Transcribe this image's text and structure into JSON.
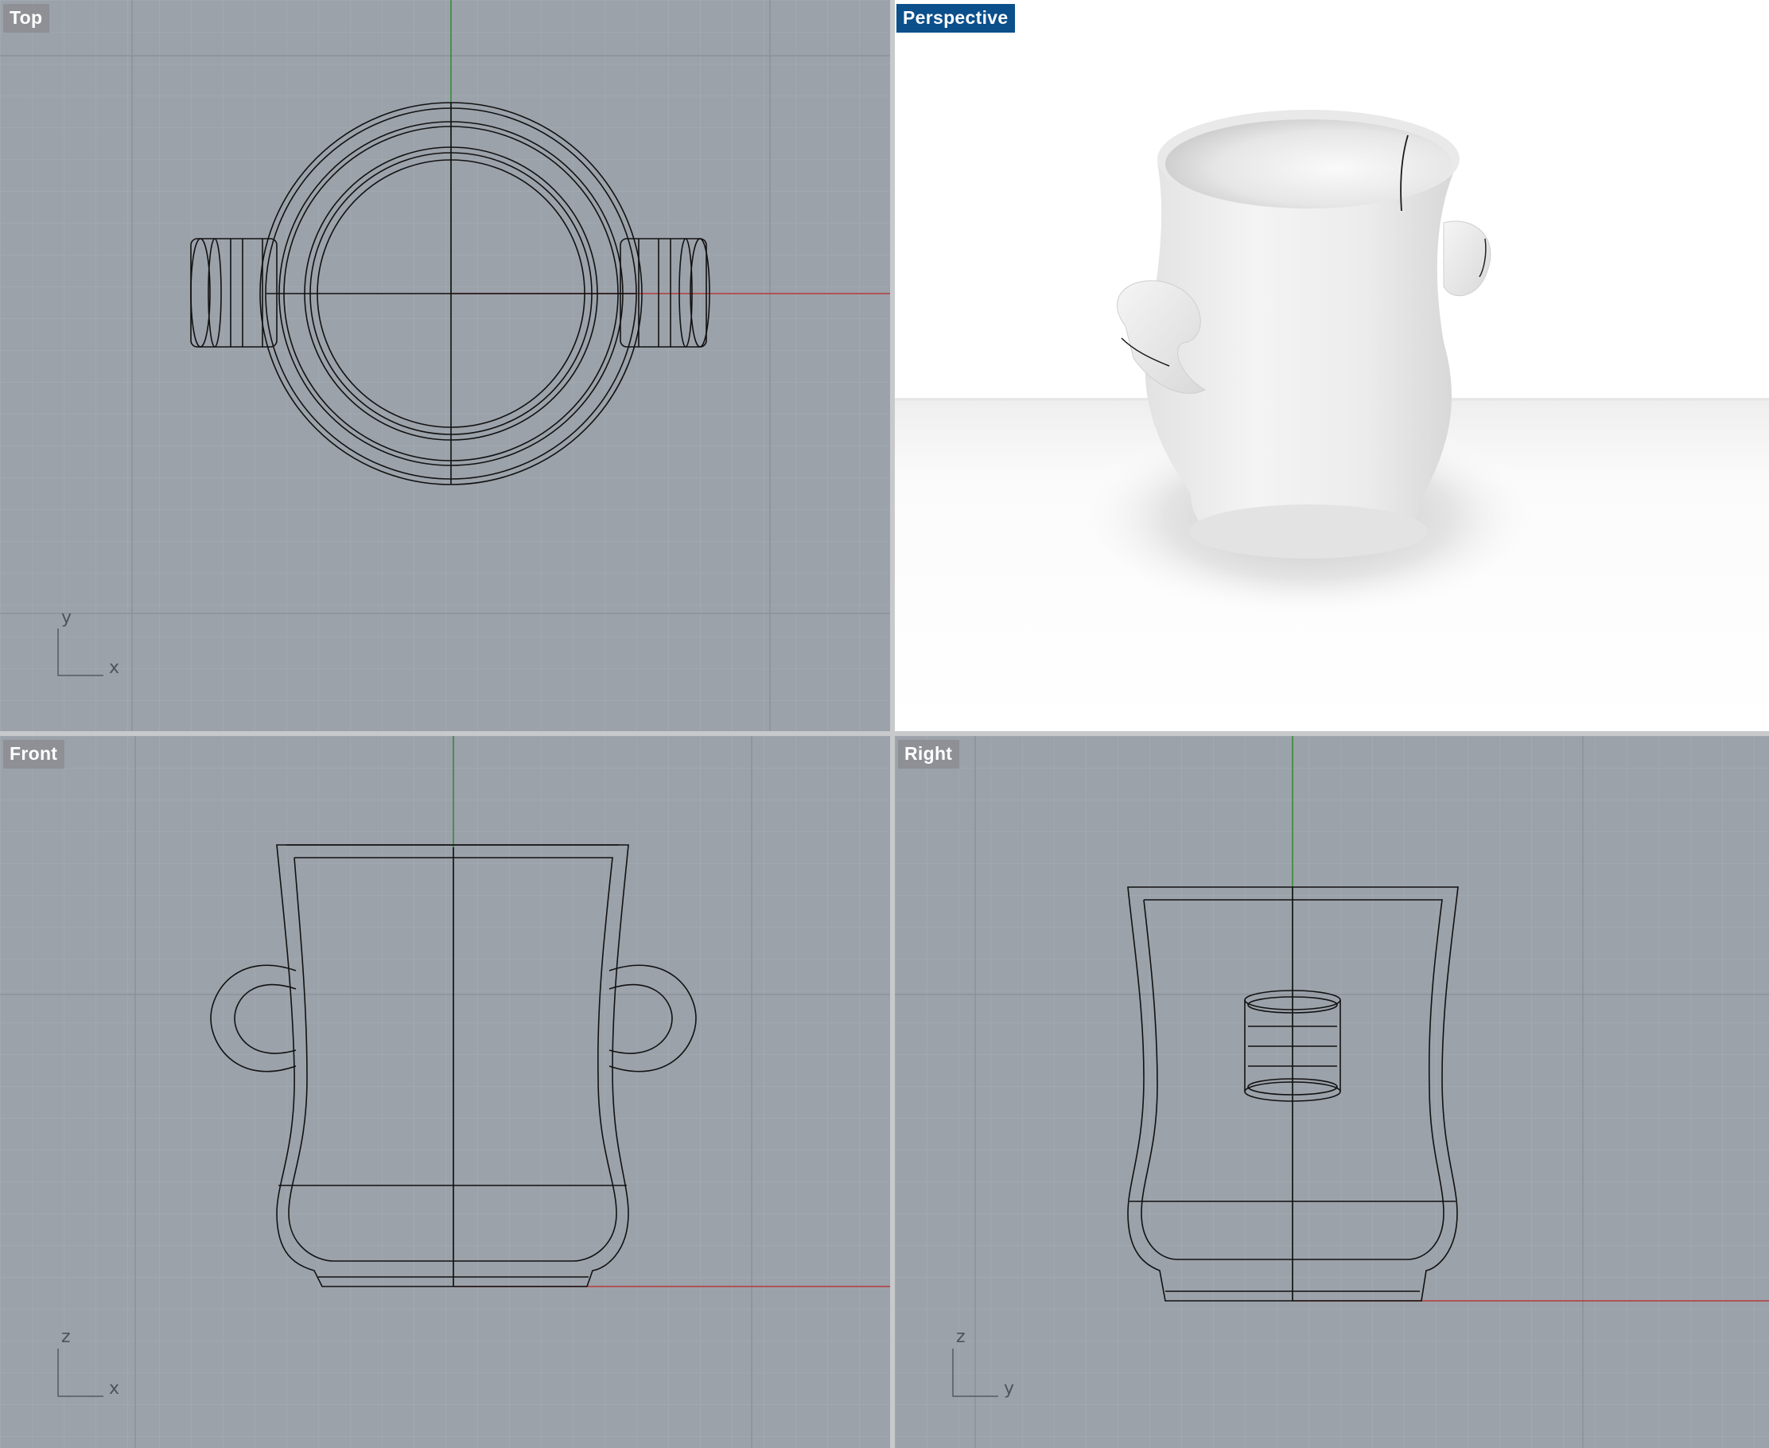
{
  "viewports": {
    "top": {
      "label": "Top",
      "axes": {
        "vertical": "y",
        "horizontal": "x"
      },
      "active": false
    },
    "perspective": {
      "label": "Perspective",
      "active": true,
      "display_mode": "rendered"
    },
    "front": {
      "label": "Front",
      "axes": {
        "vertical": "z",
        "horizontal": "x"
      },
      "active": false
    },
    "right": {
      "label": "Right",
      "axes": {
        "vertical": "z",
        "horizontal": "y"
      },
      "active": false
    }
  },
  "colors": {
    "viewport_bg": "#9ca2aa",
    "grid_minor": "#a7acb3",
    "grid_major": "#8b9098",
    "x_axis": "#b33a3a",
    "y_axis": "#2f8a2f",
    "wire": "#111111",
    "active_label": "#0b4f8b",
    "inactive_label": "#8e9095"
  },
  "model": {
    "name": "mug",
    "handles": 2
  }
}
